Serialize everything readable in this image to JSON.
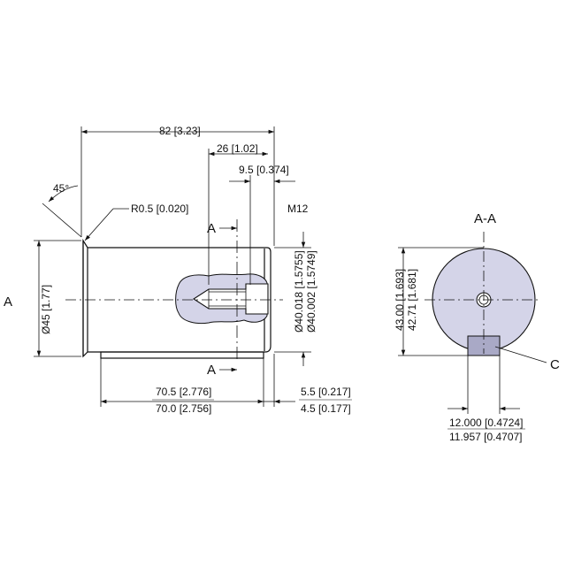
{
  "colors": {
    "line": "#111111",
    "section_fill": "#d4d4e8",
    "key_fill": "#a9a9c6",
    "cutaway_fill": "#d4d4e8"
  },
  "labels": {
    "overall_length": "82 [3.23]",
    "thread_depth": "26 [1.02]",
    "thread_offset": "9.5 [0.374]",
    "thread_size": "M12",
    "chamfer_angle": "45°",
    "radius": "R0.5 [0.020]",
    "datum_a": "A",
    "section_a_top": "A",
    "section_a_bottom": "A",
    "diameter": "Ø45 [1.77]",
    "shaft_dia_max": "Ø40.018 [1.5755]",
    "shaft_dia_min": "Ø40.002 [1.5749]",
    "key_length_max": "70.5 [2.776]",
    "key_length_min": "70.0 [2.756]",
    "key_end_max": "5.5 [0.217]",
    "key_end_min": "4.5 [0.177]",
    "section_title": "A-A",
    "key_height_max": "43.00 [1.693]",
    "key_height_min": "42.71 [1.681]",
    "key_callout": "C",
    "key_width_max": "12.000 [0.4724]",
    "key_width_min": "11.957 [0.4707]"
  }
}
